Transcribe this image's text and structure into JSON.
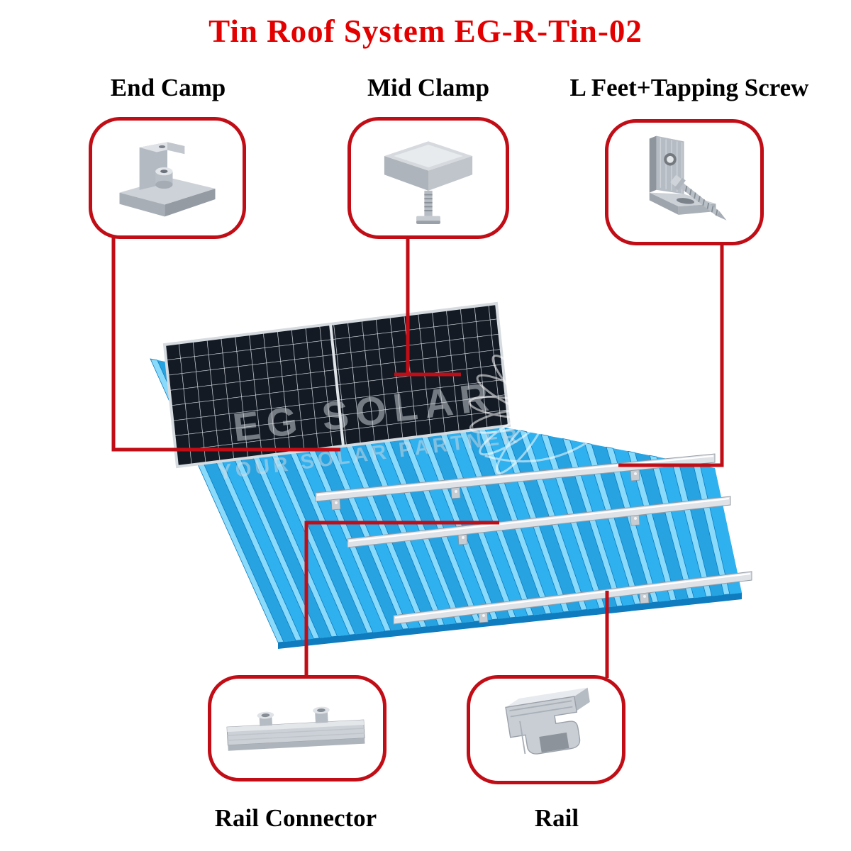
{
  "title": "Tin Roof System EG-R-Tin-02",
  "callouts": {
    "end_clamp": {
      "label": "End Camp",
      "image": "end-clamp-render"
    },
    "mid_clamp": {
      "label": "Mid Clamp",
      "image": "mid-clamp-render"
    },
    "l_feet": {
      "label": "L Feet+Tapping Screw",
      "image": "l-feet-tapping-screw-render"
    },
    "rail_connector": {
      "label": "Rail Connector",
      "image": "rail-connector-render"
    },
    "rail": {
      "label": "Rail",
      "image": "rail-render"
    }
  },
  "watermark": {
    "line1": "EG SOLAR",
    "line2": "YOUR SOLAR PARTNER"
  },
  "colors": {
    "accent": "#c10d16",
    "title_red": "#e30000",
    "roof_blue": "#2FB1EF",
    "roof_blue_2": "#27A3E2",
    "roof_highlight": "#8ADAFB",
    "roof_shadow": "#0E7CBE",
    "panel_dark": "#131A24",
    "panel_grid": "#E9EDF2",
    "metal": "#C9CED5"
  }
}
